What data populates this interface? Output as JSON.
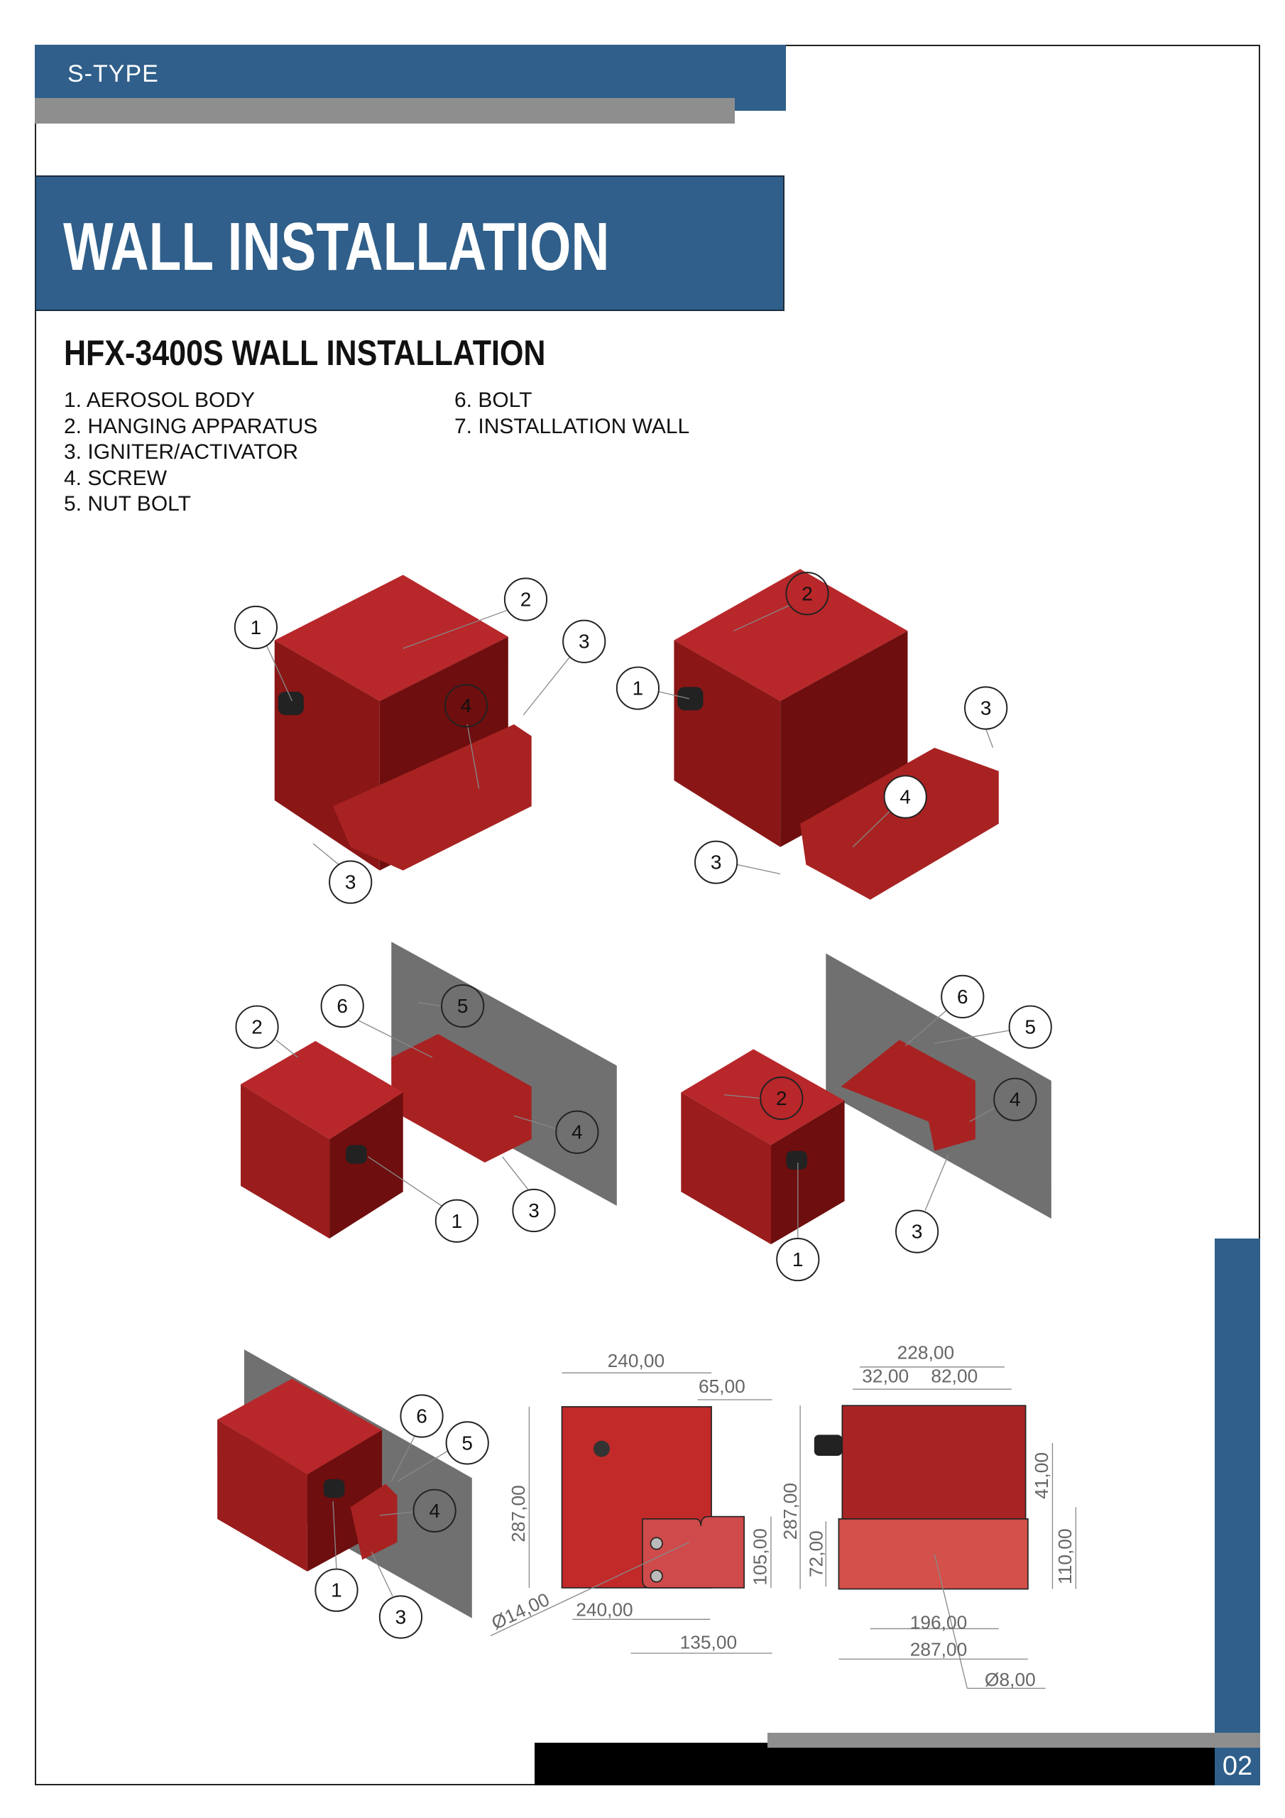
{
  "header": {
    "section": "S-TYPE"
  },
  "title": "WALL INSTALLATION",
  "subtitle": "HFX-3400S WALL INSTALLATION",
  "parts_col1": [
    "1. AEROSOL BODY",
    "2. HANGING APPARATUS",
    "3. IGNITER/ACTIVATOR",
    "4. SCREW",
    "5. NUT BOLT"
  ],
  "parts_col2": [
    "6. BOLT",
    "7. INSTALLATION WALL"
  ],
  "callouts": {
    "fig1": [
      "1",
      "2",
      "3",
      "4",
      "3"
    ],
    "fig2": [
      "2",
      "1",
      "3",
      "4",
      "3"
    ],
    "fig3": [
      "2",
      "6",
      "5",
      "4",
      "1",
      "3"
    ],
    "fig4": [
      "2",
      "6",
      "5",
      "4",
      "3",
      "1"
    ],
    "fig5": [
      "6",
      "5",
      "4",
      "1",
      "3"
    ]
  },
  "dimensions": {
    "side": {
      "width_top": "240,00",
      "offset": "65,00",
      "height": "287,00",
      "bracket_height": "105,00",
      "diameter": "Ø14,00",
      "width_bottom": "240,00",
      "bracket_width": "135,00"
    },
    "front": {
      "hole_span": "228,00",
      "spacing_a": "32,00",
      "spacing_b": "82,00",
      "height": "287,00",
      "bracket_hole_height": "72,00",
      "upper_offset": "41,00",
      "bracket_height": "110,00",
      "hole_span_bottom": "196,00",
      "width": "287,00",
      "hole_diameter": "Ø8,00"
    }
  },
  "page_number": "02",
  "colors": {
    "brand_blue": "#2f5f8a",
    "gray": "#8e8e8e",
    "product_red": "#b52525",
    "wall_gray": "#707070"
  }
}
